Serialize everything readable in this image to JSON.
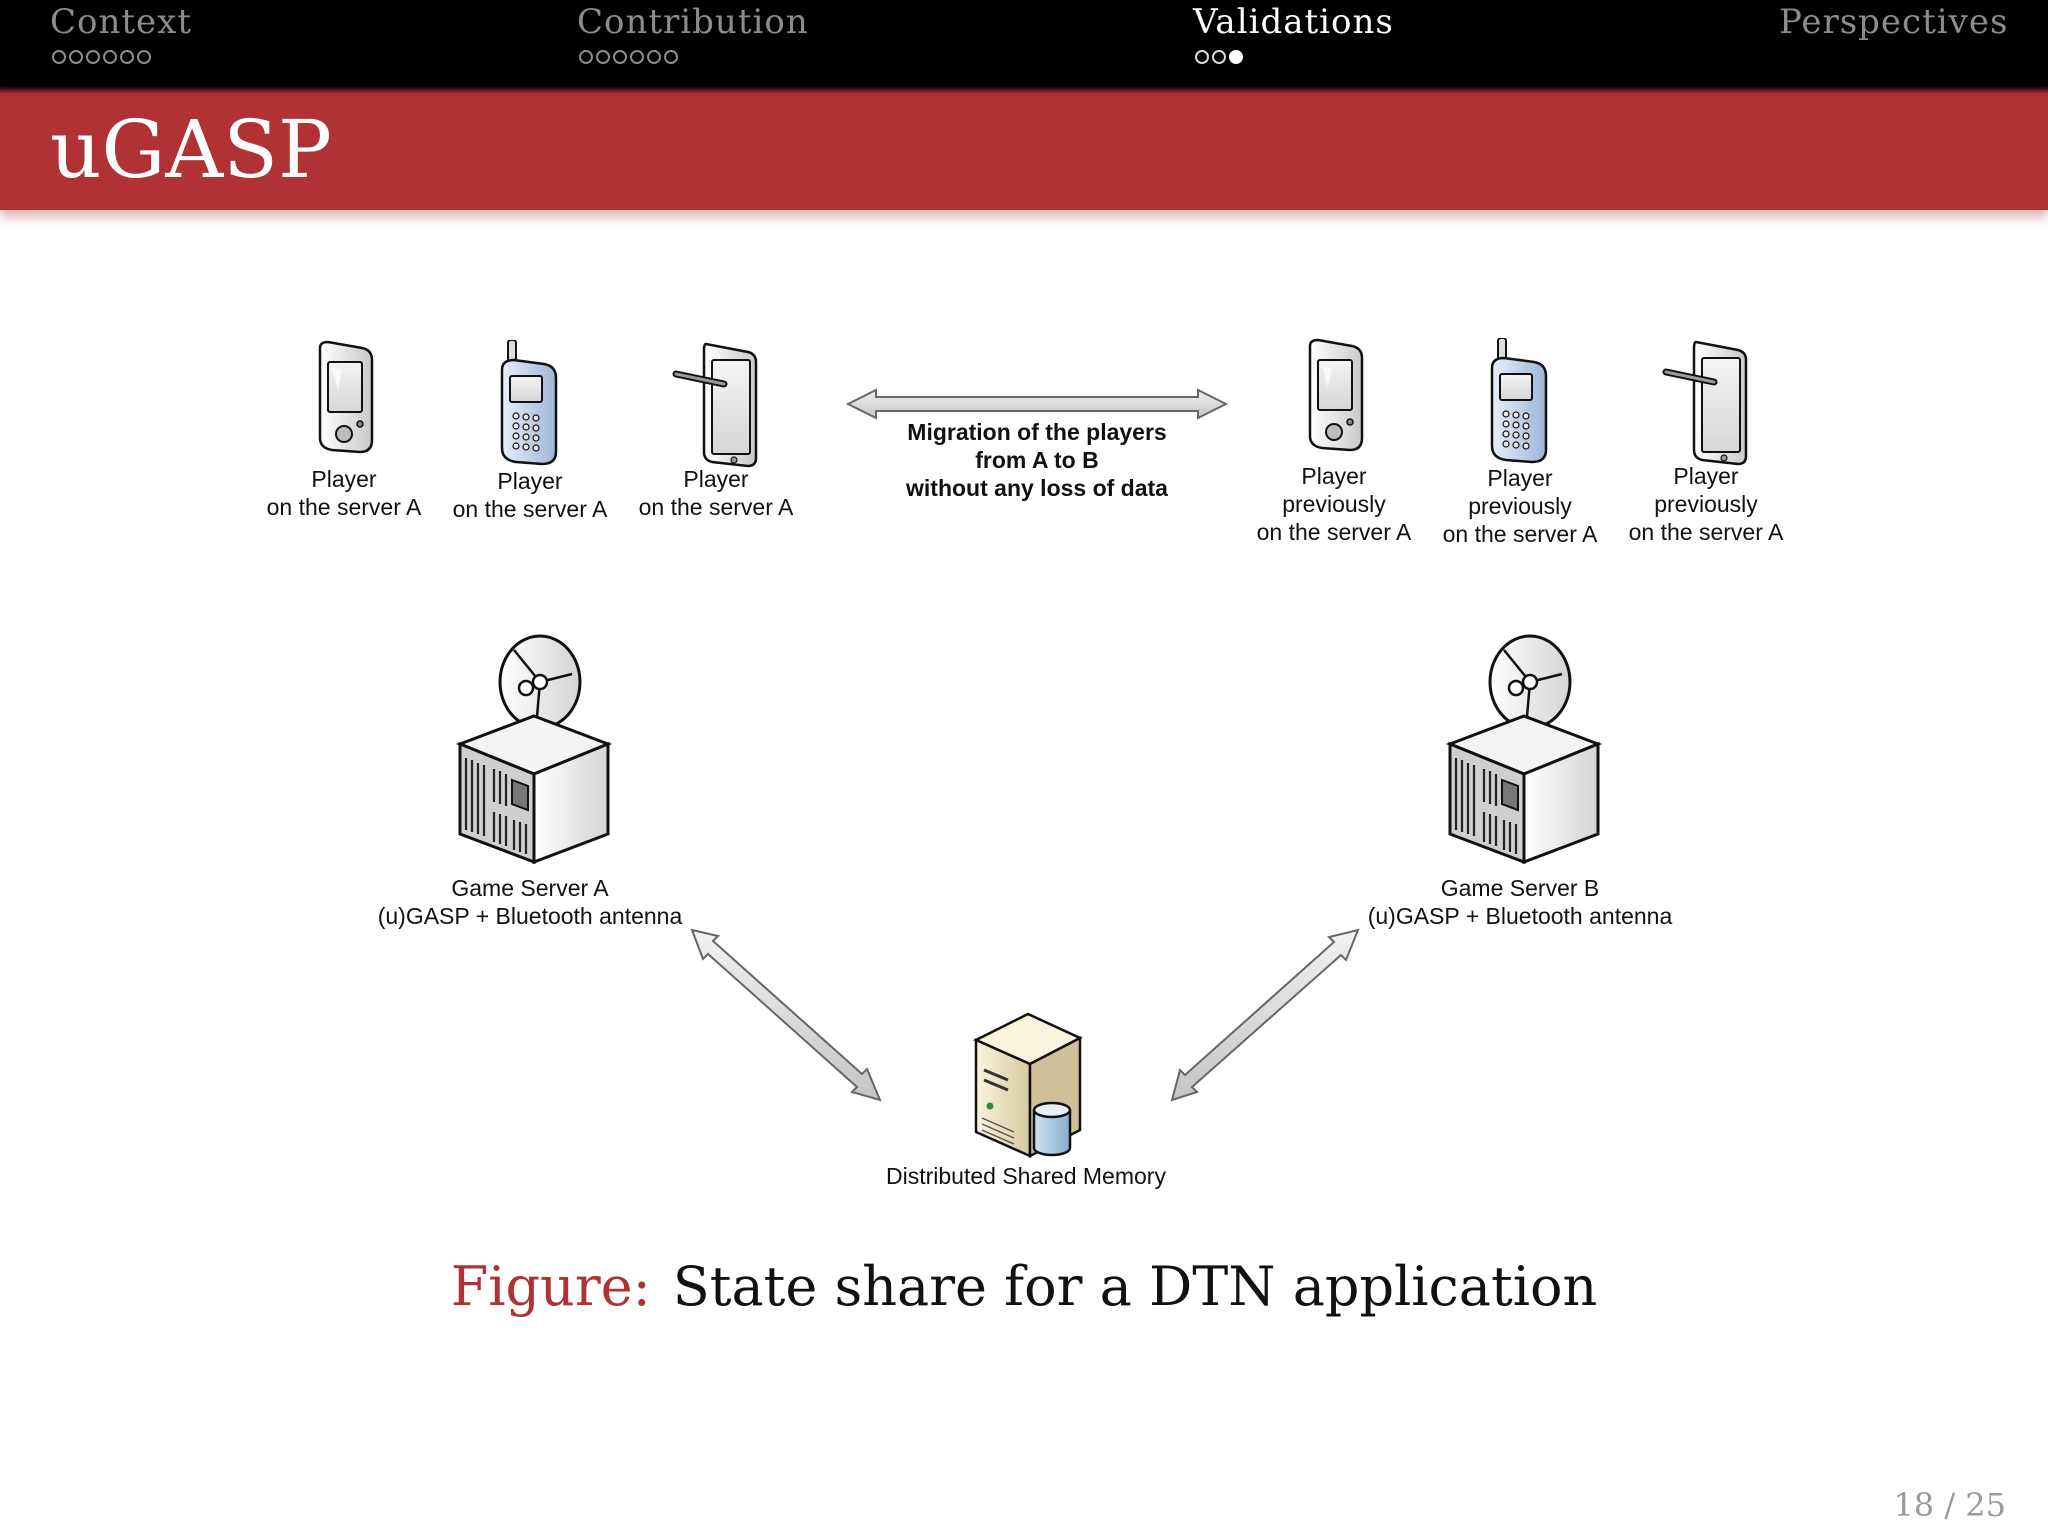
{
  "nav": {
    "sections": [
      {
        "title": "Context",
        "dots": 6,
        "current": -1,
        "active": false
      },
      {
        "title": "Contribution",
        "dots": 6,
        "current": -1,
        "active": false
      },
      {
        "title": "Validations",
        "dots": 3,
        "current": 2,
        "active": true
      },
      {
        "title": "Perspectives",
        "dots": 0,
        "current": -1,
        "active": false
      }
    ]
  },
  "frame": {
    "title": "uGASP"
  },
  "diagram": {
    "players_left": [
      {
        "icon": "pda-phone-icon",
        "line1": "Player",
        "line2": "on the server A"
      },
      {
        "icon": "cell-phone-icon",
        "line1": "Player",
        "line2": "on the server A"
      },
      {
        "icon": "tablet-stylus-icon",
        "line1": "Player",
        "line2": "on the server A"
      }
    ],
    "players_right": [
      {
        "icon": "pda-phone-icon",
        "line1": "Player",
        "line2": "previously",
        "line3": "on the server A"
      },
      {
        "icon": "cell-phone-icon",
        "line1": "Player",
        "line2": "previously",
        "line3": "on the server A"
      },
      {
        "icon": "tablet-stylus-icon",
        "line1": "Player",
        "line2": "previously",
        "line3": "on the server A"
      }
    ],
    "migration": {
      "line1": "Migration of  the players",
      "line2": "from A to B",
      "line3": "without any loss of data"
    },
    "server_a": {
      "icon": "server-antenna-icon",
      "line1": "Game Server A",
      "line2": "(u)GASP + Bluetooth antenna"
    },
    "server_b": {
      "icon": "server-antenna-icon",
      "line1": "Game Server B",
      "line2": "(u)GASP + Bluetooth antenna"
    },
    "memory": {
      "icon": "database-server-icon",
      "label": "Distributed Shared Memory"
    }
  },
  "caption": {
    "prefix": "Figure:",
    "text": "State share for a DTN application"
  },
  "page": {
    "number": "18 / 25"
  },
  "colors": {
    "nav_bg": "#000000",
    "title_bar": "#b03234",
    "caption_prefix": "#b03234"
  }
}
